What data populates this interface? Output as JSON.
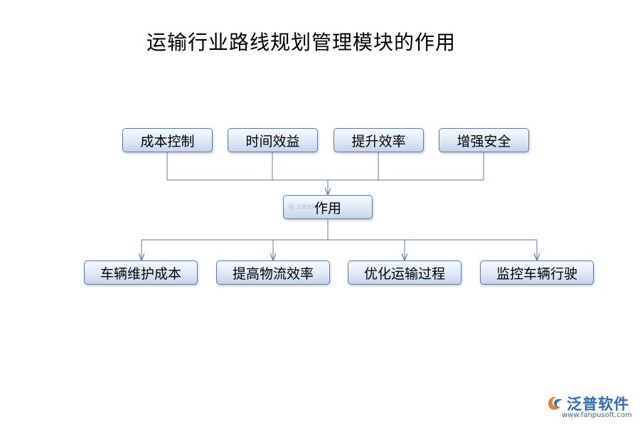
{
  "diagram": {
    "title": "运输行业路线规划管理模块的作用",
    "top_nodes": [
      {
        "label": "成本控制"
      },
      {
        "label": "时间效益"
      },
      {
        "label": "提升效率"
      },
      {
        "label": "增强安全"
      }
    ],
    "center_node": {
      "label": "作用",
      "watermark_text": "泛普软件"
    },
    "bottom_nodes": [
      {
        "label": "车辆维护成本"
      },
      {
        "label": "提高物流效率"
      },
      {
        "label": "优化运输过程"
      },
      {
        "label": "监控车辆行驶"
      }
    ],
    "colors": {
      "line": "#5b7bb0",
      "node_border": "#5b7bb0",
      "logo": "#2d6ab8",
      "logo_accent": "#e8832a"
    }
  },
  "branding": {
    "logo_text": "泛普软件",
    "logo_url": "www.fanpusoft.com",
    "logo_icon": "fanpu-logo-icon"
  }
}
